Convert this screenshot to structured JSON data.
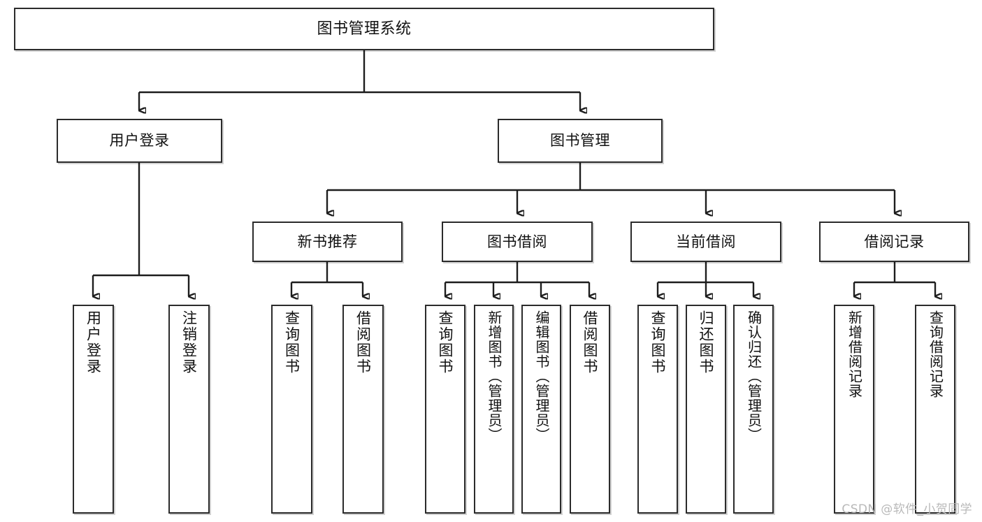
{
  "diagram": {
    "type": "tree",
    "title": "图书管理系统",
    "watermark": "CSDN @软件_小贺同学",
    "colors": {
      "box_border": "#2b2b2b",
      "connector": "#1d1d1d",
      "background": "#ffffff",
      "text": "#111111",
      "watermark": "#b9b9b9"
    },
    "root": {
      "label": "图书管理系统"
    },
    "level2": [
      {
        "label": "用户登录"
      },
      {
        "label": "图书管理"
      }
    ],
    "level3": [
      {
        "label": "新书推荐"
      },
      {
        "label": "图书借阅"
      },
      {
        "label": "当前借阅"
      },
      {
        "label": "借阅记录"
      }
    ],
    "leaves": {
      "user_login": [
        {
          "label": "用户登录"
        },
        {
          "label": "注销登录"
        }
      ],
      "new_book_recommend": [
        {
          "label": "查询图书"
        },
        {
          "label": "借阅图书"
        }
      ],
      "book_borrow": [
        {
          "label": "查询图书"
        },
        {
          "label": "新增图书（管理员）"
        },
        {
          "label": "编辑图书（管理员）"
        },
        {
          "label": "借阅图书"
        }
      ],
      "current_borrow": [
        {
          "label": "查询图书"
        },
        {
          "label": "归还图书"
        },
        {
          "label": "确认归还（管理员）"
        }
      ],
      "borrow_record": [
        {
          "label": "新增借阅记录"
        },
        {
          "label": "查询借阅记录"
        }
      ]
    }
  }
}
